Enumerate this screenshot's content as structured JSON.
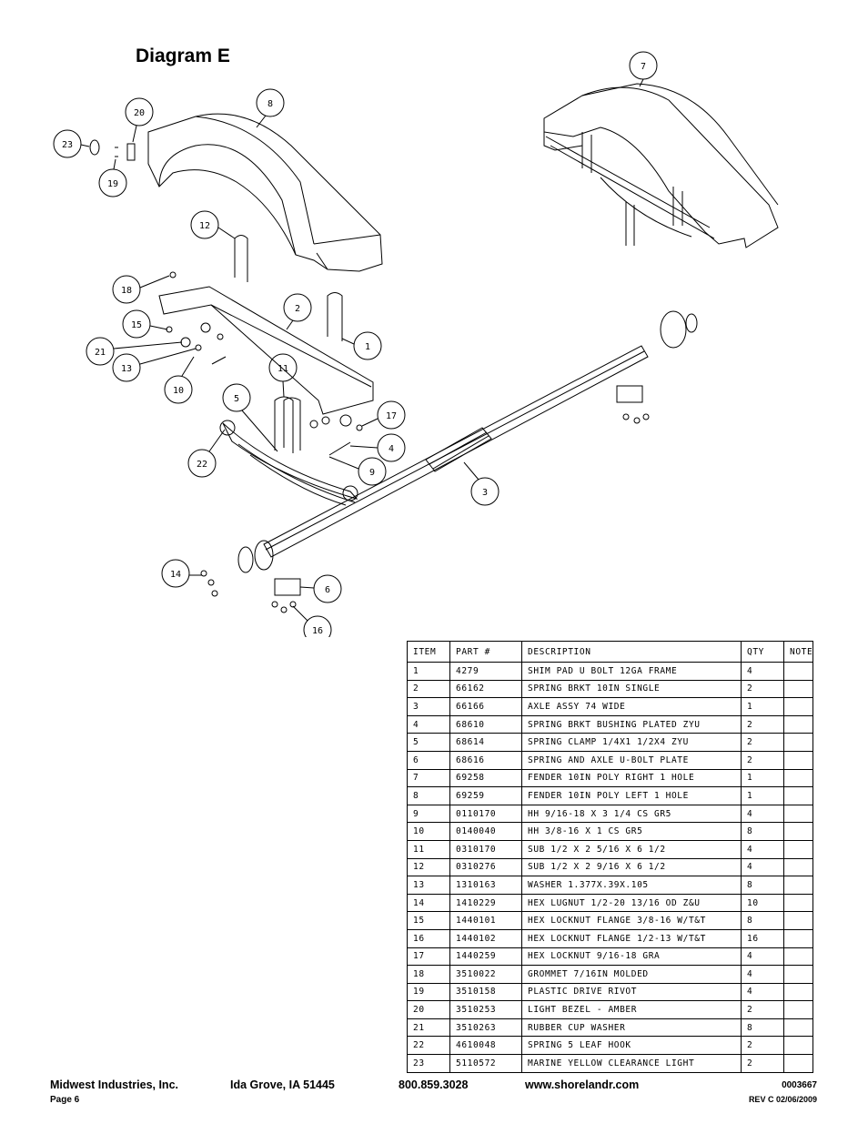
{
  "title": "Diagram E",
  "table": {
    "headers": [
      "ITEM",
      "PART #",
      "DESCRIPTION",
      "QTY",
      "NOTE"
    ],
    "rows": [
      [
        "1",
        "4279",
        "SHIM PAD  U BOLT 12GA FRAME",
        "4"
      ],
      [
        "2",
        "66162",
        "SPRING BRKT  10IN SINGLE",
        "2"
      ],
      [
        "3",
        "66166",
        "AXLE ASSY 74 WIDE",
        "1"
      ],
      [
        "4",
        "68610",
        "SPRING BRKT BUSHING PLATED ZYU",
        "2"
      ],
      [
        "5",
        "68614",
        "SPRING CLAMP  1/4X1 1/2X4 ZYU",
        "2"
      ],
      [
        "6",
        "68616",
        "SPRING AND AXLE U-BOLT PLATE",
        "2"
      ],
      [
        "7",
        "69258",
        "FENDER  10IN POLY RIGHT 1 HOLE",
        "1"
      ],
      [
        "8",
        "69259",
        "FENDER  10IN POLY LEFT 1 HOLE",
        "1"
      ],
      [
        "9",
        "0110170",
        "HH 9/16-18 X 3 1/4 CS GR5",
        "4"
      ],
      [
        "10",
        "0140040",
        "HH 3/8-16 X 1 CS GR5",
        "8"
      ],
      [
        "11",
        "0310170",
        "SUB 1/2 X 2 5/16 X 6 1/2",
        "4"
      ],
      [
        "12",
        "0310276",
        "SUB 1/2 X 2 9/16 X 6 1/2",
        "4"
      ],
      [
        "13",
        "1310163",
        "WASHER 1.377X.39X.105",
        "8"
      ],
      [
        "14",
        "1410229",
        "HEX LUGNUT 1/2-20 13/16 OD Z&U",
        "10"
      ],
      [
        "15",
        "1440101",
        "HEX LOCKNUT FLANGE 3/8-16 W/T&T",
        "8"
      ],
      [
        "16",
        "1440102",
        "HEX LOCKNUT FLANGE 1/2-13 W/T&T",
        "16"
      ],
      [
        "17",
        "1440259",
        "HEX LOCKNUT 9/16-18 GRA",
        "4"
      ],
      [
        "18",
        "3510022",
        "GROMMET  7/16IN MOLDED",
        "4"
      ],
      [
        "19",
        "3510158",
        "PLASTIC DRIVE RIVOT",
        "4"
      ],
      [
        "20",
        "3510253",
        "LIGHT BEZEL - AMBER",
        "2"
      ],
      [
        "21",
        "3510263",
        "RUBBER CUP WASHER",
        "8"
      ],
      [
        "22",
        "4610048",
        "SPRING  5 LEAF HOOK",
        "2"
      ],
      [
        "23",
        "5110572",
        "MARINE YELLOW CLEARANCE LIGHT",
        "2"
      ]
    ]
  },
  "callouts": [
    "7",
    "8",
    "20",
    "23",
    "19",
    "12",
    "18",
    "2",
    "15",
    "1",
    "21",
    "13",
    "10",
    "11",
    "5",
    "17",
    "4",
    "22",
    "9",
    "3",
    "14",
    "6",
    "16"
  ],
  "footer": {
    "company": "Midwest Industries, Inc.",
    "city": "Ida Grove, IA  51445",
    "phone": "800.859.3028",
    "website": "www.shorelandr.com",
    "doc_number": "0003667",
    "page": "Page 6",
    "revision": "REV C  02/06/2009"
  }
}
